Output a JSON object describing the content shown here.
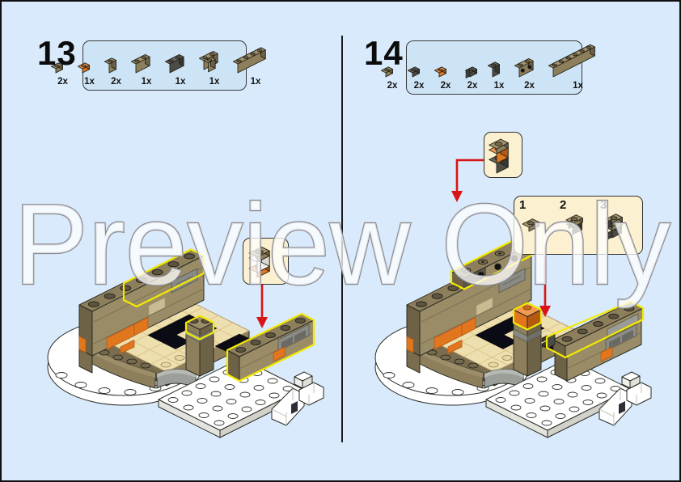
{
  "watermark_text": "Preview Only",
  "page": {
    "background": "#d8eafb",
    "border": "#101010",
    "divider": "#1a1a1a"
  },
  "colors": {
    "parts_box_fill": "#cde4f6",
    "parts_box_border": "#3a3a3a",
    "callout_fill": "#fbf0cf",
    "callout_border": "#333333",
    "arrow": "#d81414",
    "highlight": "#f2ea00",
    "watermark_fill": "rgba(255,255,255,0.75)",
    "watermark_stroke": "#8b8b92",
    "baseplate_white": "#ffffff",
    "floor_tan": "#eedfae",
    "pit_black": "#0b0b16"
  },
  "brick_colors": {
    "darkTan": {
      "top": "#a4946d",
      "front": "#8d7f5c",
      "end": "#6e6246",
      "stud": "#756a4d"
    },
    "orange": {
      "top": "#f29a52",
      "front": "#e2761f",
      "end": "#b45a10",
      "stud": "#c96a1a"
    },
    "darkGray": {
      "top": "#64645c",
      "front": "#4c4c46",
      "end": "#36362f",
      "stud": "#55554e"
    },
    "gray": {
      "top": "#9c9c96",
      "front": "#8c8c86",
      "end": "#6f6f68",
      "stud": "#7f7f78"
    },
    "white": {
      "top": "#ffffff",
      "front": "#f0f0ec",
      "end": "#d9d9d3",
      "stud": "#e8e8e2"
    }
  },
  "steps": [
    {
      "number": "13",
      "parts": [
        {
          "count": "2x",
          "name": "plate-1x1-dark-tan",
          "type": "plate",
          "len": 1,
          "color": "darkTan"
        },
        {
          "count": "1x",
          "name": "plate-1x1-orange",
          "type": "plate",
          "len": 1,
          "color": "orange"
        },
        {
          "count": "2x",
          "name": "brick-1x1-dark-tan",
          "type": "brick",
          "len": 1,
          "color": "darkTan"
        },
        {
          "count": "1x",
          "name": "brick-1x2-dark-tan",
          "type": "brick",
          "len": 2,
          "color": "darkTan"
        },
        {
          "count": "1x",
          "name": "brick-1x2-dark-gray",
          "type": "brick",
          "len": 2,
          "color": "darkGray"
        },
        {
          "count": "1x",
          "name": "brick-2x2-corner-dark-tan",
          "type": "corner",
          "len": 2,
          "color": "darkTan"
        },
        {
          "count": "1x",
          "name": "brick-1x4-dark-tan",
          "type": "brick",
          "len": 4,
          "color": "darkTan"
        }
      ],
      "callout": {
        "pieces": [
          "plate-1x1-dark-tan",
          "brick-1x1-white",
          "plate-1x1-orange"
        ]
      }
    },
    {
      "number": "14",
      "parts": [
        {
          "count": "2x",
          "name": "plate-1x1-dark-tan",
          "type": "plate",
          "len": 1,
          "color": "darkTan"
        },
        {
          "count": "2x",
          "name": "plate-1x1-dark-gray",
          "type": "plate",
          "len": 1,
          "color": "darkGray"
        },
        {
          "count": "2x",
          "name": "plate-1x1-orange",
          "type": "plate",
          "len": 1,
          "color": "orange"
        },
        {
          "count": "2x",
          "name": "plate-1x1-clip-dark-gray",
          "type": "clip",
          "len": 1,
          "color": "darkGray"
        },
        {
          "count": "1x",
          "name": "brick-1x1-dark-gray",
          "type": "brick",
          "len": 1,
          "color": "darkGray"
        },
        {
          "count": "2x",
          "name": "technic-brick-1x2-dark-tan",
          "type": "technic",
          "len": 2,
          "color": "darkTan"
        },
        {
          "count": "1x",
          "name": "brick-1x6-dark-tan",
          "type": "brick",
          "len": 6,
          "color": "darkTan"
        }
      ],
      "callout": {
        "pieces": [
          "plate-1x1-dark-tan",
          "brick-1x1-orange",
          "brick-1x1-dark-gray"
        ]
      },
      "substeps": [
        {
          "label": "1"
        },
        {
          "label": "2"
        },
        {
          "label": "3"
        }
      ]
    }
  ]
}
